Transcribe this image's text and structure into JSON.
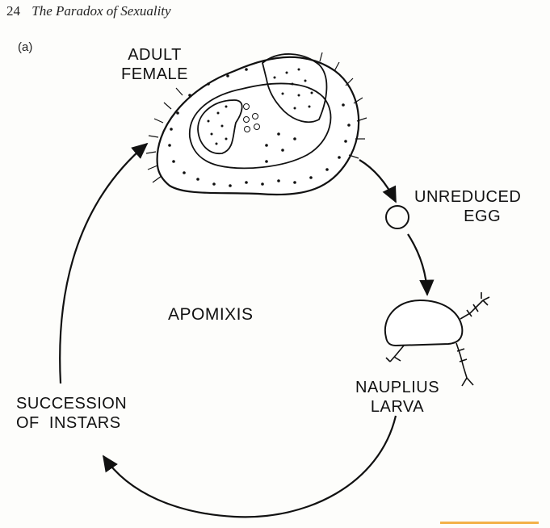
{
  "header": {
    "page_number": "24",
    "title": "The Paradox of Sexuality"
  },
  "panel_label": "(a)",
  "labels": {
    "adult_female": [
      "ADULT",
      "FEMALE"
    ],
    "unreduced_egg": [
      "UNREDUCED",
      "EGG"
    ],
    "nauplius_larva": [
      "NAUPLIUS",
      "LARVA"
    ],
    "succession_of_instars": [
      "SUCCESSION",
      "OF  INSTARS"
    ],
    "center": "APOMIXIS"
  },
  "colors": {
    "ink": "#111111",
    "paper": "#fdfdfb",
    "accent": "#f3b24a"
  }
}
